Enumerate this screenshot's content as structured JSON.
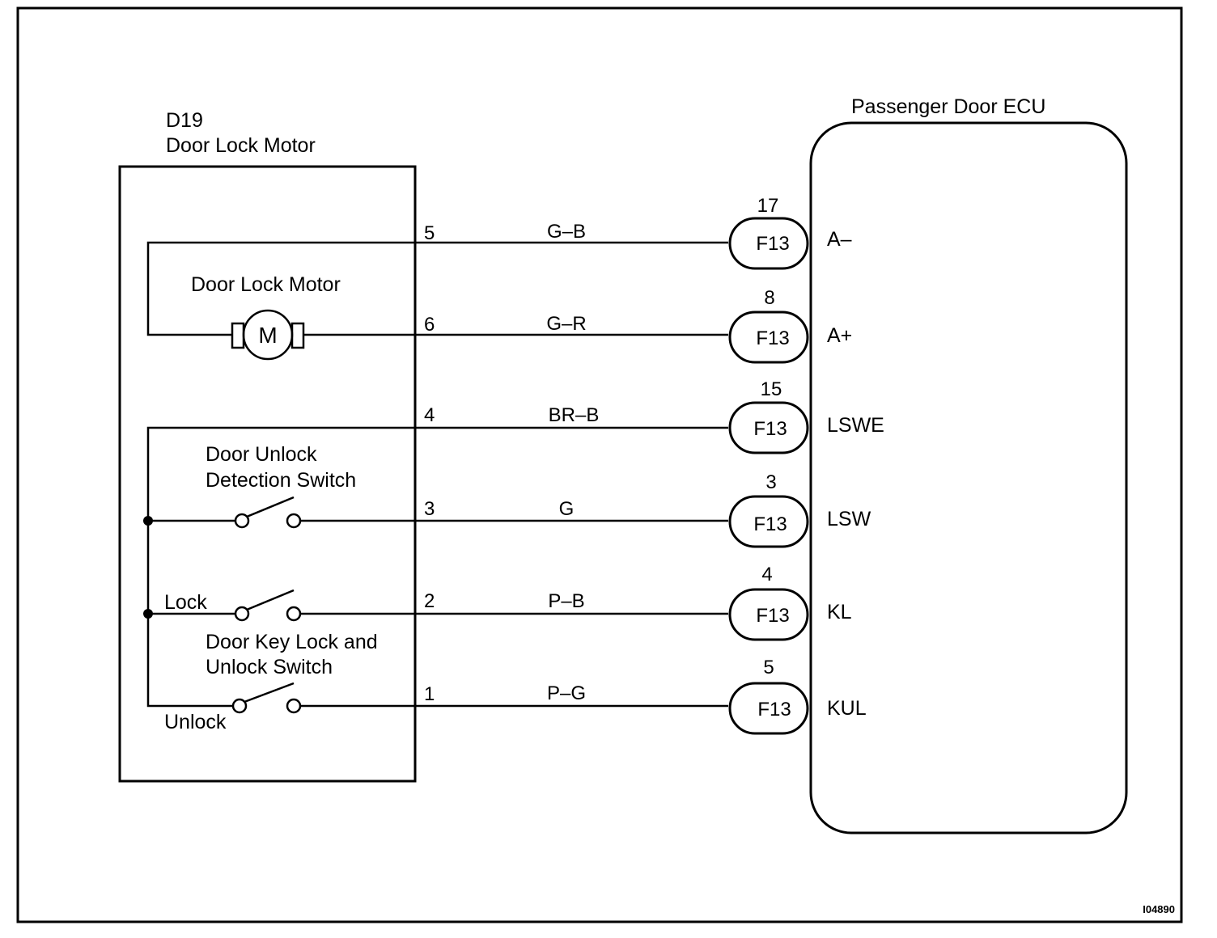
{
  "component": {
    "code": "D19",
    "name": "Door Lock Motor",
    "motor_label": "Door Lock Motor",
    "motor_symbol": "M",
    "unlock_switch_label_1": "Door Unlock",
    "unlock_switch_label_2": "Detection Switch",
    "key_switch_label_1": "Door Key Lock and",
    "key_switch_label_2": "Unlock Switch",
    "lock_label": "Lock",
    "unlock_label": "Unlock"
  },
  "ecu": {
    "title": "Passenger Door ECU"
  },
  "circuits": [
    {
      "pin": "5",
      "wire_color": "G–B",
      "ecu_pin": "17",
      "connector": "F13",
      "terminal": "A–"
    },
    {
      "pin": "6",
      "wire_color": "G–R",
      "ecu_pin": "8",
      "connector": "F13",
      "terminal": "A+"
    },
    {
      "pin": "4",
      "wire_color": "BR–B",
      "ecu_pin": "15",
      "connector": "F13",
      "terminal": "LSWE"
    },
    {
      "pin": "3",
      "wire_color": "G",
      "ecu_pin": "3",
      "connector": "F13",
      "terminal": "LSW"
    },
    {
      "pin": "2",
      "wire_color": "P–B",
      "ecu_pin": "4",
      "connector": "F13",
      "terminal": "KL"
    },
    {
      "pin": "1",
      "wire_color": "P–G",
      "ecu_pin": "5",
      "connector": "F13",
      "terminal": "KUL"
    }
  ],
  "figure_id": "I04890"
}
